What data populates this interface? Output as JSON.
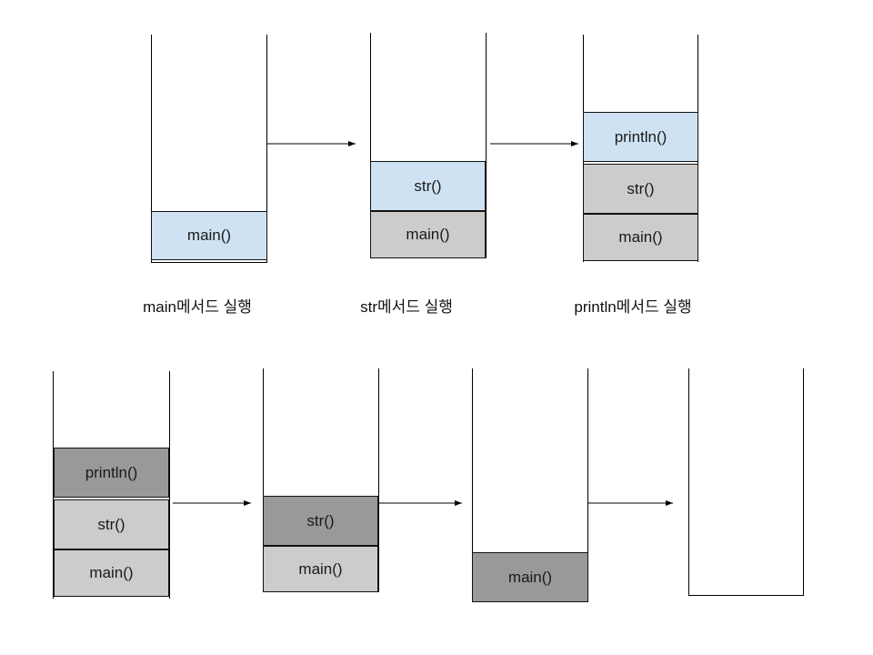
{
  "frames": {
    "main": "main()",
    "str": "str()",
    "println": "println()"
  },
  "captions": {
    "step1": "main메서드 실행",
    "step2": "str메서드 실행",
    "step3": "println메서드 실행"
  },
  "colors": {
    "active_blue": "#cfe2f3",
    "returning_dark": "#999999",
    "waiting_light": "#cccccc"
  }
}
